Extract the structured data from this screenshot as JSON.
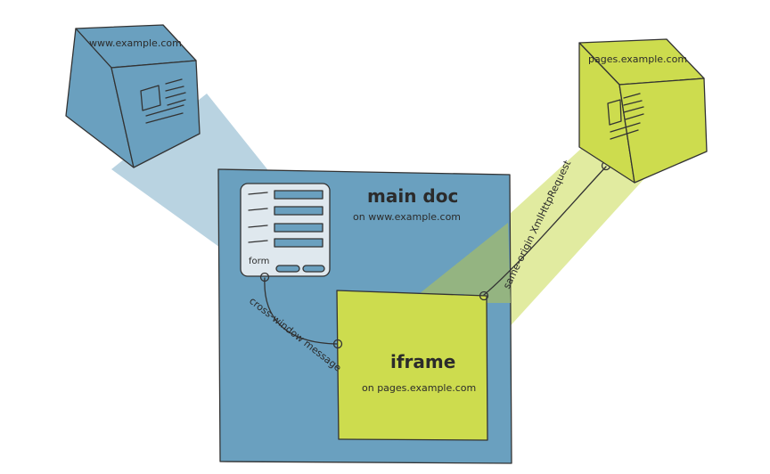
{
  "colors": {
    "blue": "#6aa0bf",
    "blue_dark": "#5b8fb0",
    "blue_beam": "#b9d3e1",
    "green": "#cddc4e",
    "green_dark": "#b9c93b",
    "green_beam": "#e1eba0",
    "overlap": "#9bb775",
    "form_bg": "#dfe8ee",
    "ink": "#333333"
  },
  "servers": {
    "left": {
      "label": "www.example.com",
      "icon": "server-cube-icon"
    },
    "right": {
      "label": "pages.example.com",
      "icon": "server-cube-icon"
    }
  },
  "main_doc": {
    "title": "main doc",
    "subtitle": "on www.example.com"
  },
  "form": {
    "label": "form",
    "icon": "form-icon"
  },
  "iframe": {
    "title": "iframe",
    "subtitle": "on pages.example.com"
  },
  "connectors": {
    "cross_window": "cross-window message",
    "same_origin": "same-origin XmlHttpRequest"
  }
}
